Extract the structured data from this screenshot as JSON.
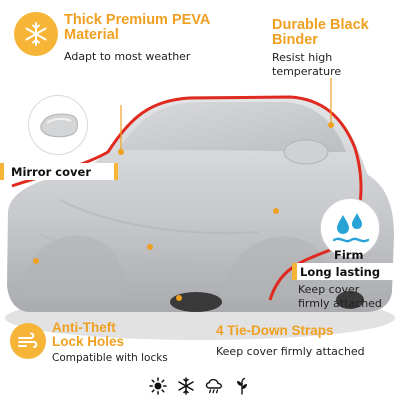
{
  "features": {
    "material": {
      "title_line1": "Thick Premium PEVA",
      "title_line2": "Material",
      "subtitle": "Adapt to most weather",
      "icon": "snowflake-icon"
    },
    "binder": {
      "title_line1": "Durable Black",
      "title_line2": "Binder",
      "subtitle": "Resist high temperature"
    },
    "mirror": {
      "label": "Mirror cover"
    },
    "firm": {
      "badge_line1": "Firm",
      "badge_line2": "Long lasting",
      "subtitle_line1": "Keep cover",
      "subtitle_line2": "firmly attached",
      "icon": "water-drops-icon"
    },
    "lock_holes": {
      "title_line1": "Anti-Theft",
      "title_line2": "Lock Holes",
      "subtitle": "Compatible with locks",
      "icon": "wind-icon"
    },
    "straps": {
      "title": "4 Tie-Down Straps",
      "subtitle": "Keep cover  firmly attached"
    }
  },
  "weather_icons": [
    "sun-icon",
    "snowflake-icon",
    "rain-cloud-icon",
    "leaf-icon"
  ],
  "colors": {
    "accent_orange": "#f0a021",
    "icon_orange": "#f7b538",
    "piping_red": "#e02a1f",
    "cover_silver": "#c9cbcd"
  }
}
